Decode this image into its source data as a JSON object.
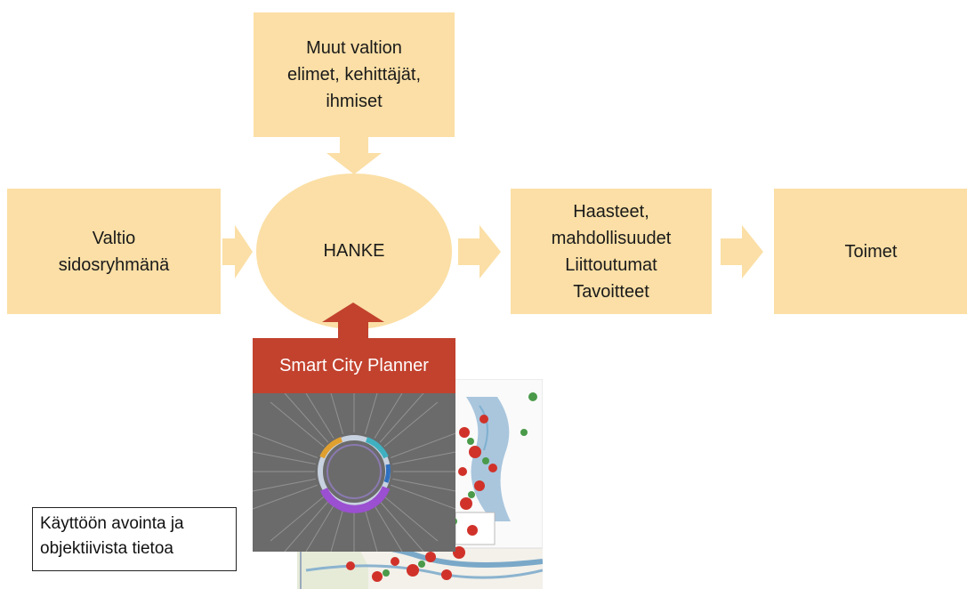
{
  "colors": {
    "box": "#fbdfa6",
    "accent": "#c2422e"
  },
  "nodes": {
    "top": {
      "lines": [
        "Muut valtion",
        "elimet, kehittäjät,",
        "ihmiset"
      ]
    },
    "left": {
      "lines": [
        "Valtio",
        "sidosryhmänä"
      ]
    },
    "center": {
      "label": "HANKE"
    },
    "challenges": {
      "lines": [
        "Haasteet,",
        "mahdollisuudet",
        "Liittoutumat",
        "Tavoitteet"
      ]
    },
    "actions": {
      "label": "Toimet"
    }
  },
  "tool": {
    "label": "Smart City Planner"
  },
  "note": {
    "lines": [
      "Käyttöön avointa ja",
      "objektiivista tietoa"
    ]
  }
}
